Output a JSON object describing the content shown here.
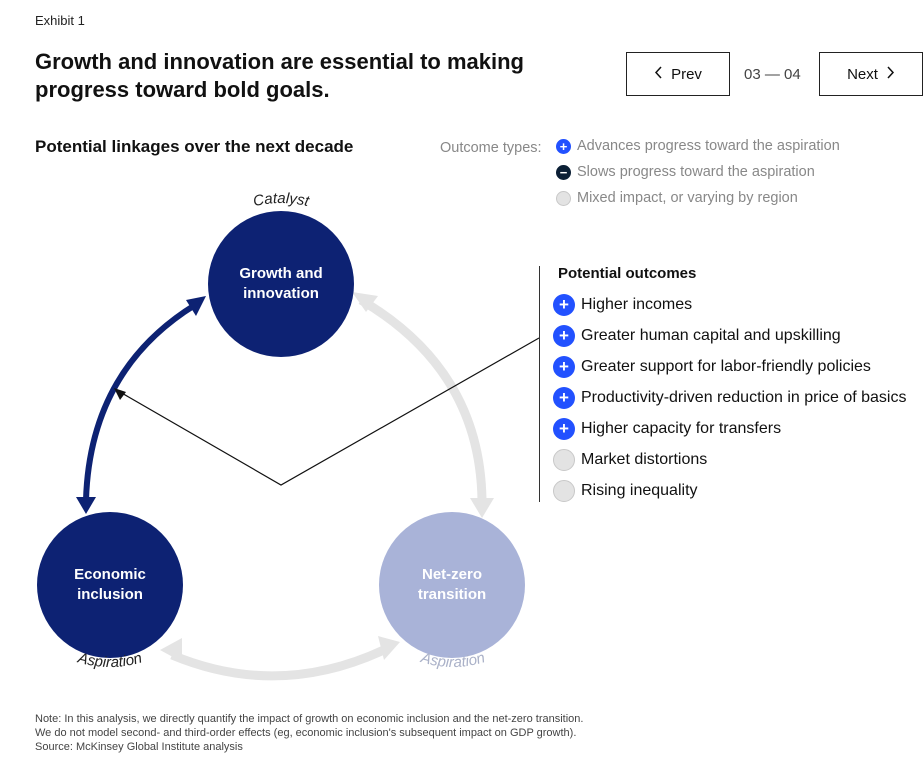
{
  "exhibit_label": "Exhibit 1",
  "headline": "Growth and innovation are essential to making progress toward bold goals.",
  "pager": {
    "prev_label": "Prev",
    "next_label": "Next",
    "count": "03 — 04"
  },
  "subtitle": "Potential linkages over the next decade",
  "legend": {
    "title": "Outcome types:",
    "items": [
      {
        "label": "Advances progress toward the aspiration",
        "type": "positive",
        "symbol": "+"
      },
      {
        "label": "Slows progress toward the aspiration",
        "type": "negative",
        "symbol": "−"
      },
      {
        "label": "Mixed impact, or varying by region",
        "type": "mixed",
        "symbol": ""
      }
    ]
  },
  "nodes": {
    "growth": {
      "role": "Catalyst",
      "label_line1": "Growth and",
      "label_line2": "innovation",
      "color": "#0d2273"
    },
    "inclusion": {
      "role": "Aspiration",
      "label_line1": "Economic",
      "label_line2": "inclusion",
      "color": "#0d2273"
    },
    "netzero": {
      "role": "Aspiration",
      "label_line1": "Net-zero",
      "label_line2": "transition",
      "color": "#a9b3d8"
    }
  },
  "outcomes": {
    "title": "Potential outcomes",
    "items": [
      {
        "label": "Higher incomes",
        "type": "positive",
        "symbol": "+"
      },
      {
        "label": "Greater human capital and upskilling",
        "type": "positive",
        "symbol": "+"
      },
      {
        "label": "Greater support for labor-friendly policies",
        "type": "positive",
        "symbol": "+"
      },
      {
        "label": "Productivity-driven reduction in price of basics",
        "type": "positive",
        "symbol": "+"
      },
      {
        "label": "Higher capacity for transfers",
        "type": "positive",
        "symbol": "+"
      },
      {
        "label": "Market distortions",
        "type": "mixed",
        "symbol": ""
      },
      {
        "label": "Rising inequality",
        "type": "mixed",
        "symbol": ""
      }
    ]
  },
  "colors": {
    "positive": "#2251ff",
    "negative": "#0b1f35",
    "mixed": "#e3e3e3",
    "dark_navy": "#0d2273",
    "light_blue": "#a9b3d8",
    "arrow_gray": "#e4e4e4"
  },
  "footnote": {
    "line1": "Note: In this analysis, we directly quantify the impact of growth on economic inclusion and the net-zero transition.",
    "line2": "We do not model second- and third-order effects (eg, economic inclusion's subsequent impact on GDP growth).",
    "line3": "Source: McKinsey Global Institute analysis"
  }
}
